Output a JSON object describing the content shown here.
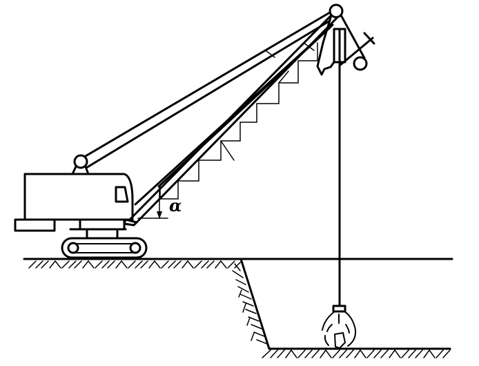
{
  "figure": {
    "title": "Crawler crane with clamshell grab excavating a pit",
    "angle_label": "α",
    "colors": {
      "line": "#000000",
      "background": "#ffffff"
    },
    "parts": [
      "crawler-track",
      "machine-body",
      "cab-window",
      "counterweight",
      "a-frame-pulley",
      "pendant-ropes",
      "lattice-boom",
      "boom-head-sheave",
      "hoist-rope",
      "clamshell-grab",
      "ground-surface",
      "pit-slope",
      "pit-bottom"
    ]
  }
}
